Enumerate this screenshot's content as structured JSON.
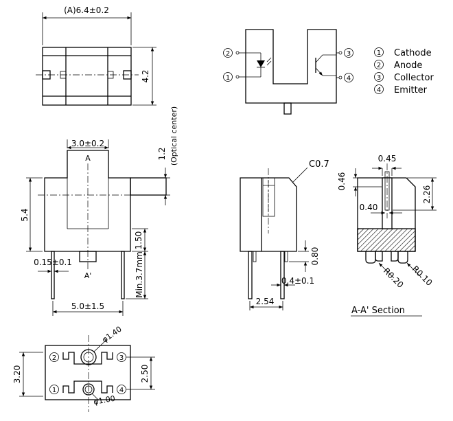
{
  "top_view": {
    "width_dim": "(A)6.4±0.2",
    "height_dim": "4.2"
  },
  "schematic": {
    "pins": [
      "1",
      "2",
      "3",
      "4"
    ],
    "legend": [
      {
        "num": "1",
        "label": "Cathode"
      },
      {
        "num": "2",
        "label": "Anode"
      },
      {
        "num": "3",
        "label": "Collector"
      },
      {
        "num": "4",
        "label": "Emitter"
      }
    ]
  },
  "front_view": {
    "slot_width_dim": "3.0±0.2",
    "section_mark_top": "A",
    "section_mark_bottom": "A'",
    "optical_center_dim": "1.2",
    "optical_center_note": "(Optical center)",
    "height_dim": "5.4",
    "body_to_lead_dim": "1.50",
    "lead_length_dim": "Min.3.7mm",
    "lead_thickness_dim": "0.15±0.1",
    "lead_pitch_dim": "5.0±1.5"
  },
  "side_view": {
    "chamfer": "C0.7",
    "lead_standoff_dim": "0.80",
    "lead_width_dim": "0.4±0.1",
    "lead_pitch_dim": "2.54"
  },
  "section_view": {
    "aperture_width_dim": "0.45",
    "aperture_top_dim": "0.46",
    "aperture_depth_dim": "2.26",
    "aperture_height_dim": "0.40",
    "radius_1": "R0.20",
    "radius_2": "R0.10",
    "title": "A-A' Section"
  },
  "bottom_view": {
    "hole_large": "φ1.40",
    "hole_small": "φ1.00",
    "height_dim": "3.20",
    "pitch_dim": "2.50",
    "pins": [
      "1",
      "2",
      "3",
      "4"
    ]
  }
}
